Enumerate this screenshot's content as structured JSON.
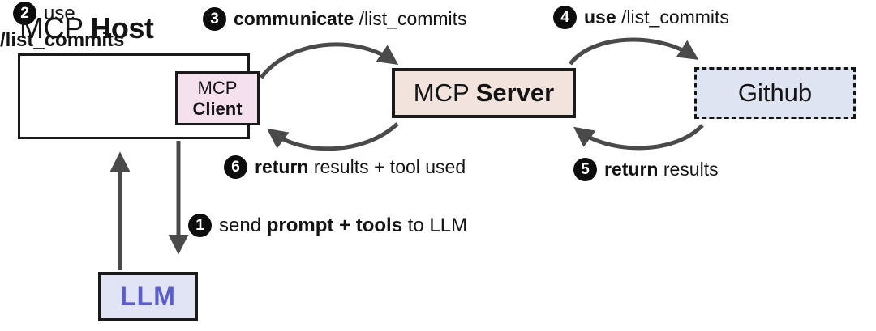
{
  "host": {
    "title_regular": "MCP ",
    "title_bold": "Host"
  },
  "client": {
    "line1": "MCP",
    "line2": "Client"
  },
  "server": {
    "regular": "MCP ",
    "bold": "Server"
  },
  "github": {
    "label": "Github"
  },
  "llm": {
    "label": "LLM"
  },
  "steps": {
    "s1": {
      "num": "1",
      "pre": "send ",
      "bold": "prompt + tools",
      "rest": " to LLM"
    },
    "s2": {
      "num": "2",
      "line1": "use",
      "line2_bold": "/list_commits"
    },
    "s3": {
      "num": "3",
      "bold": "communicate",
      "rest": " /list_commits"
    },
    "s4": {
      "num": "4",
      "bold": "use",
      "rest": " /list_commits"
    },
    "s5": {
      "num": "5",
      "bold": "return",
      "rest": " results"
    },
    "s6": {
      "num": "6",
      "bold": "return",
      "rest": " results + tool used"
    }
  },
  "colors": {
    "client_fill": "#f5e0ee",
    "server_fill": "#f2e4dd",
    "github_fill": "#dfe4f2",
    "llm_fill": "#e0e4f4",
    "llm_text": "#5b5ec9",
    "arrow": "#4a4a4a",
    "border": "#1a1a1a"
  }
}
